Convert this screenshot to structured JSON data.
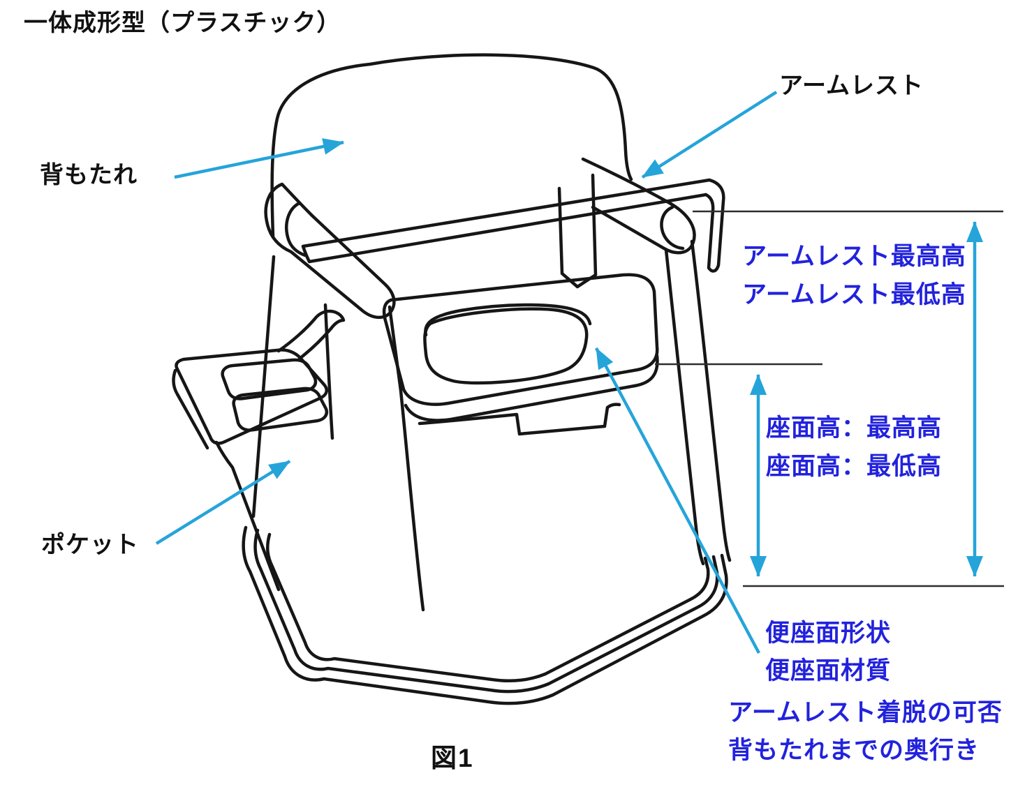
{
  "title": "一体成形型（プラスチック）",
  "caption": "図1",
  "labels": {
    "backrest": "背もたれ",
    "armrest": "アームレスト",
    "pocket": "ポケット"
  },
  "annotations": {
    "armrest_max_height": "アームレスト最高高",
    "armrest_min_height": "アームレスト最低高",
    "seat_height_max": "座面高：最高高",
    "seat_height_min": "座面高：最低高",
    "toilet_seat_shape": "便座面形状",
    "toilet_seat_material": "便座面材質",
    "armrest_detachable": "アームレスト着脱の可否",
    "depth_to_backrest": "背もたれまでの奥行き"
  },
  "colors": {
    "label_text": "#111111",
    "annotation_blue": "#2222dd",
    "arrow_cyan": "#25a4da",
    "drawing_line": "#161616"
  }
}
